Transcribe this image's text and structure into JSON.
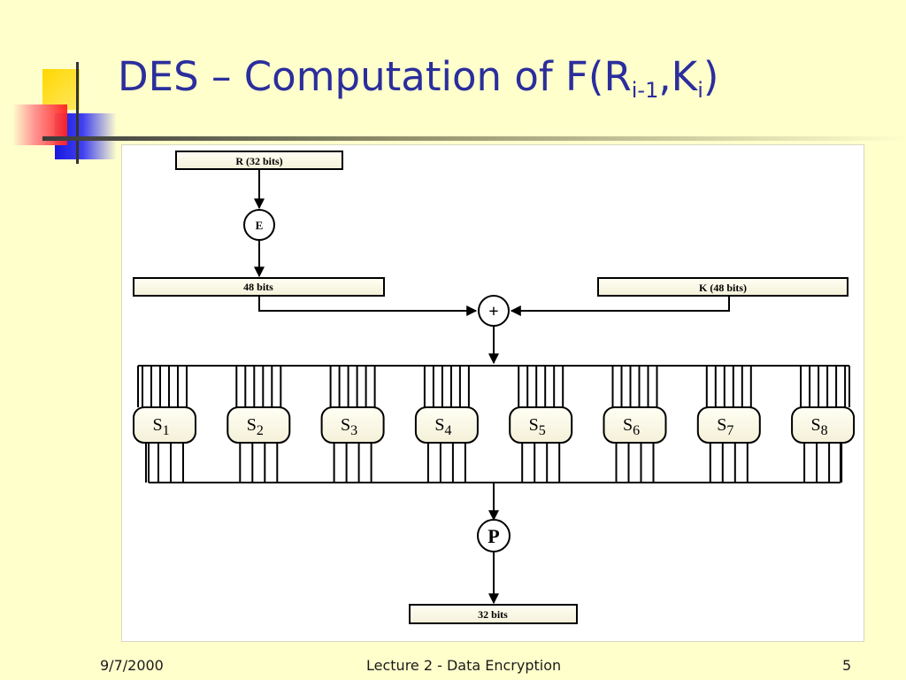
{
  "slide": {
    "title_main": "DES – Computation of F(R",
    "title_sub_i": "i-1",
    "title_comma_k": ",K",
    "title_sub_k": "i",
    "title_close": ")",
    "title_color": "#2B2E9C",
    "background": "#FFFFCC"
  },
  "diagram": {
    "r_box": "R (32 bits)",
    "e_op": "E",
    "expanded_box": "48 bits",
    "k_box": "K (48 bits)",
    "xor_op": "+",
    "sboxes": [
      {
        "base": "S",
        "sub": "1"
      },
      {
        "base": "S",
        "sub": "2"
      },
      {
        "base": "S",
        "sub": "3"
      },
      {
        "base": "S",
        "sub": "4"
      },
      {
        "base": "S",
        "sub": "5"
      },
      {
        "base": "S",
        "sub": "6"
      },
      {
        "base": "S",
        "sub": "7"
      },
      {
        "base": "S",
        "sub": "8"
      }
    ],
    "p_op": "P",
    "output_box": "32 bits"
  },
  "footer": {
    "date": "9/7/2000",
    "center": "Lecture 2 -  Data Encryption",
    "page": "5"
  }
}
